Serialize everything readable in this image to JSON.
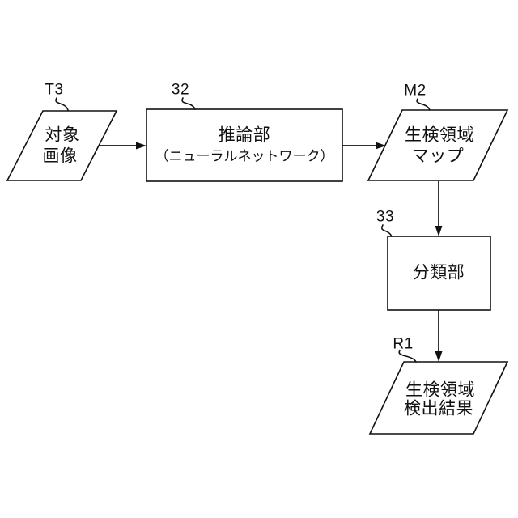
{
  "figure": {
    "background_color": "#ffffff",
    "line_color": "#111111"
  },
  "nodes": {
    "target_image": {
      "ref": "T3",
      "shape": "parallelogram",
      "lines": [
        "対象",
        "画像"
      ]
    },
    "inference_unit": {
      "ref": "32",
      "shape": "rectangle",
      "lines": [
        "推論部",
        "（ニューラルネットワーク）"
      ]
    },
    "biopsy_region_map": {
      "ref": "M2",
      "shape": "parallelogram",
      "lines": [
        "生検領域",
        "マップ"
      ]
    },
    "classification_unit": {
      "ref": "33",
      "shape": "rectangle",
      "lines": [
        "分類部"
      ]
    },
    "biopsy_detection_result": {
      "ref": "R1",
      "shape": "parallelogram",
      "lines": [
        "生検領域",
        "検出結果"
      ]
    }
  },
  "connections": [
    {
      "from": "target_image",
      "to": "inference_unit",
      "direction": "right"
    },
    {
      "from": "inference_unit",
      "to": "biopsy_region_map",
      "direction": "right"
    },
    {
      "from": "biopsy_region_map",
      "to": "classification_unit",
      "direction": "down"
    },
    {
      "from": "classification_unit",
      "to": "biopsy_detection_result",
      "direction": "down"
    }
  ]
}
